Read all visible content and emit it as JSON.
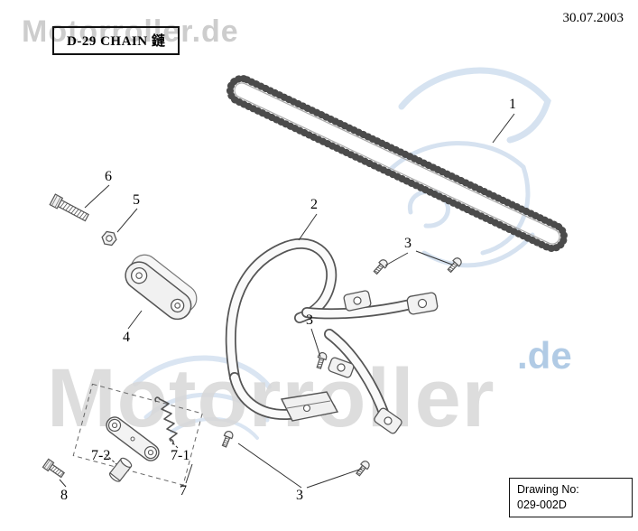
{
  "header": {
    "title": "D-29 CHAIN 鏈",
    "date": "30.07.2003"
  },
  "watermarks": {
    "top_left": "Motorroller.de",
    "big": "Motorroller",
    "big_de": ".de"
  },
  "labels": {
    "chain": "1",
    "guard": "2",
    "screw_upper": "3",
    "screw_middle": "3",
    "screw_lower": "3",
    "bracket": "4",
    "nut": "5",
    "bolt": "6",
    "tensioner": "7",
    "tensioner_spring": "7-1",
    "tensioner_roller": "7-2",
    "bolt_small": "8"
  },
  "footer": {
    "drawing_no_label": "Drawing No:",
    "drawing_no_value": "029-002D"
  },
  "colors": {
    "line": "#4b4b4b",
    "watermark_gray": "#d8d8d8",
    "logo_blue": "#c9daec"
  }
}
